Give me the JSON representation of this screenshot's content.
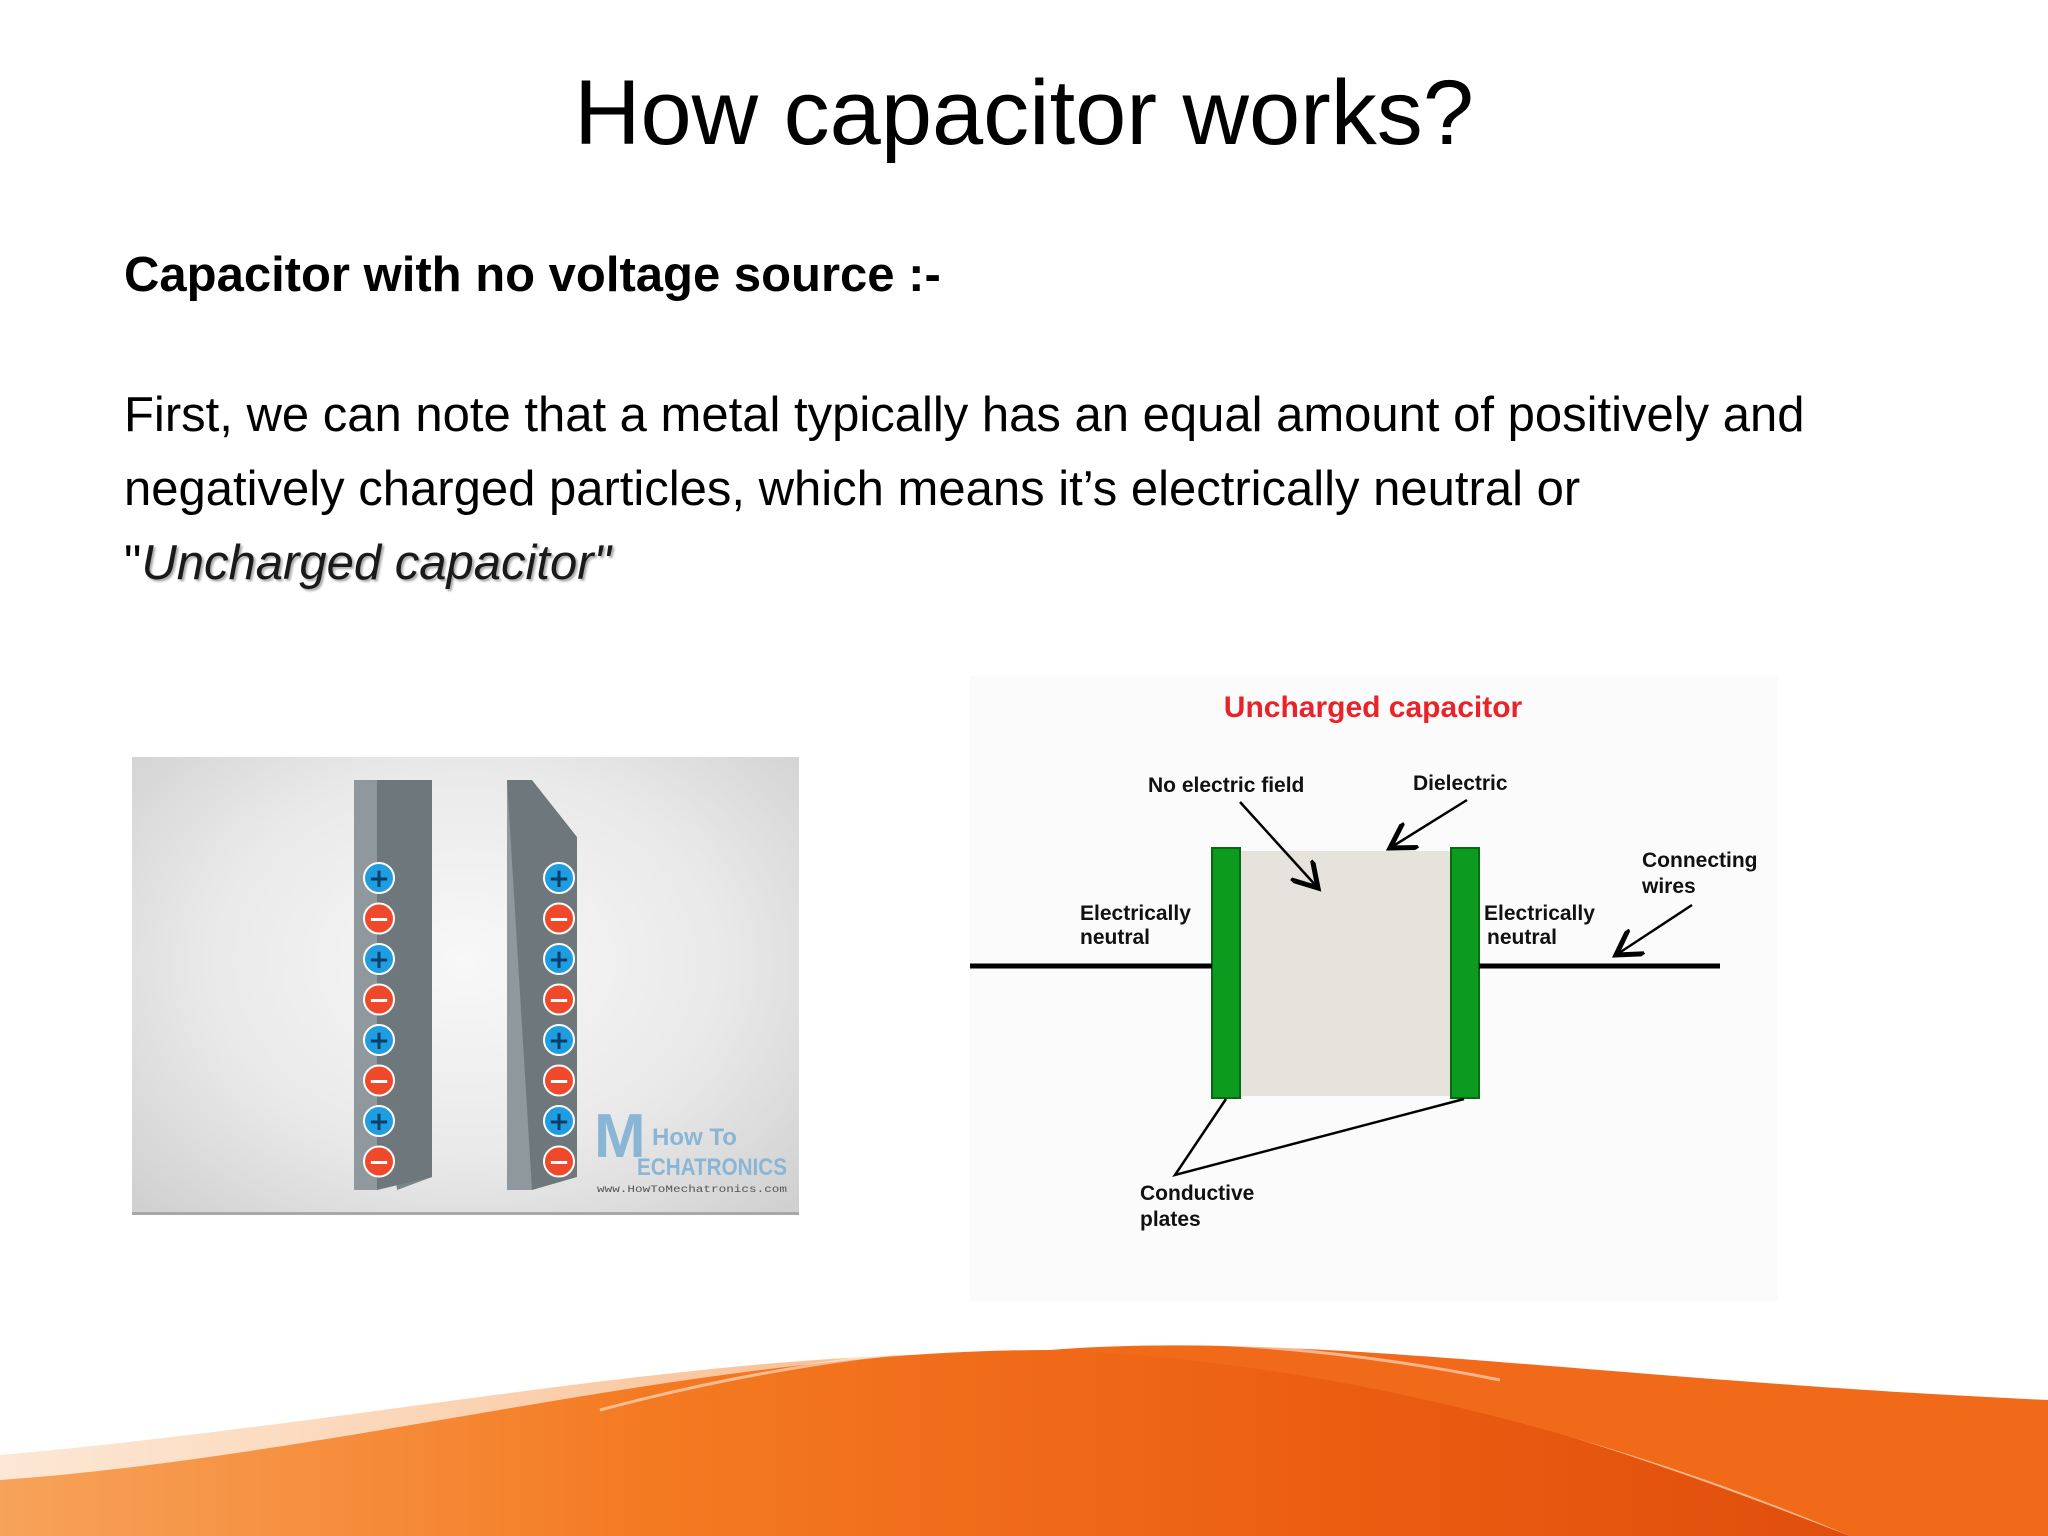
{
  "slide": {
    "title": "How capacitor works?",
    "subtitle": "Capacitor with no voltage source :-",
    "body_lines": [
      "First, we can note that a metal typically has an equal amount of positively and",
      "negatively charged particles, which means it’s electrically neutral or"
    ],
    "body_quote_open": "\"",
    "body_quote_text": "Uncharged capacitor\"",
    "colors": {
      "accent_orange": "#f06a1a",
      "plate_green": "#0c9a1f",
      "label_red": "#e8232a",
      "plus_blue": "#1e9de0",
      "minus_red": "#f0482a"
    }
  },
  "left_image": {
    "charges": [
      "+",
      "−",
      "+",
      "−",
      "+",
      "−",
      "+",
      "−"
    ],
    "logo_line1": "How To",
    "logo_line2": "ECHATRONICS",
    "logo_letter": "M",
    "logo_url": "www.HowToMechatronics.com"
  },
  "diagram": {
    "title": "Uncharged capacitor",
    "labels": {
      "no_field": "No electric field",
      "dielectric": "Dielectric",
      "wires_line1": "Connecting",
      "wires_line2": "wires",
      "left_neutral_line1": "Electrically",
      "left_neutral_line2": "neutral",
      "right_neutral_line1": "Electrically",
      "right_neutral_line2": "neutral",
      "plates_line1": "Conductive",
      "plates_line2": "plates"
    }
  }
}
